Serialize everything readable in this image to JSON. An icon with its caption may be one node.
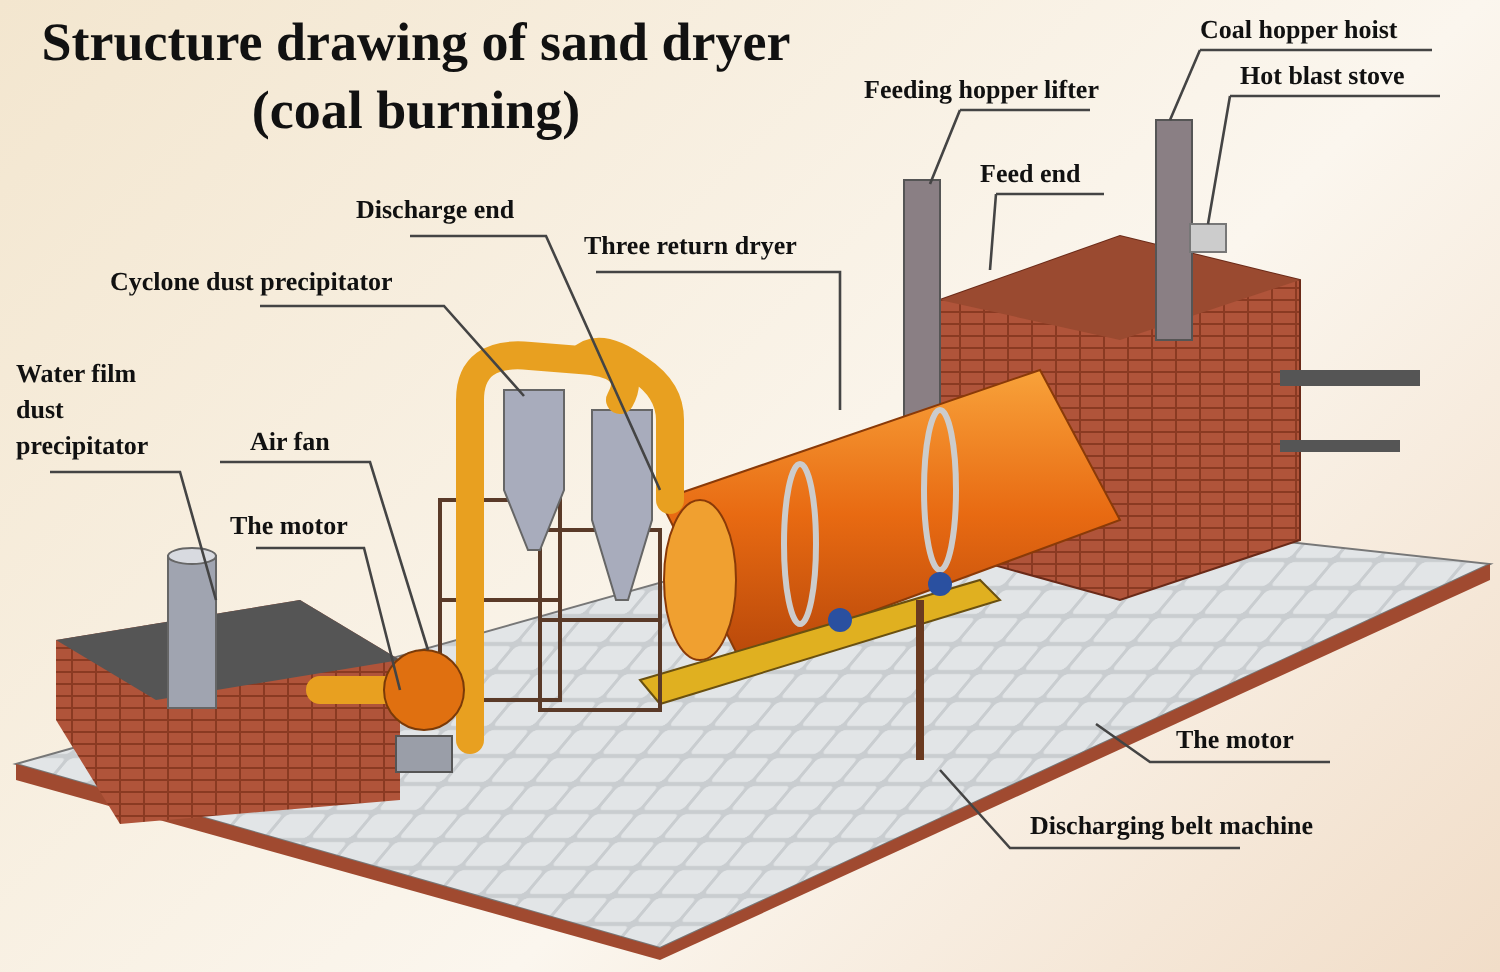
{
  "diagram": {
    "title": "Structure drawing of sand dryer (coal burning)",
    "nodes": [
      {
        "text": [
          "Coal hopper hoist"
        ]
      },
      {
        "text": [
          "Feeding hopper lifter"
        ]
      },
      {
        "text": [
          "Hot blast stove"
        ]
      },
      {
        "text": [
          "Feed end"
        ]
      },
      {
        "text": [
          "Discharge end"
        ]
      },
      {
        "text": [
          "Three return dryer"
        ]
      },
      {
        "text": [
          "Cyclone dust precipitator"
        ]
      },
      {
        "text": [
          "Water film dust precipitator"
        ]
      },
      {
        "text": [
          "Air fan"
        ]
      },
      {
        "text": [
          "The motor"
        ]
      },
      {
        "text": [
          "The motor"
        ]
      },
      {
        "text": [
          "Discharging belt machine"
        ]
      }
    ],
    "edges": [
      {
        "from": 0,
        "to": null,
        "arrow": "none"
      },
      {
        "from": 1,
        "to": null,
        "arrow": "none"
      },
      {
        "from": 2,
        "to": null,
        "arrow": "none"
      },
      {
        "from": 3,
        "to": null,
        "arrow": "none"
      },
      {
        "from": 4,
        "to": null,
        "arrow": "none"
      },
      {
        "from": 5,
        "to": null,
        "arrow": "none"
      },
      {
        "from": 6,
        "to": null,
        "arrow": "none"
      },
      {
        "from": 7,
        "to": null,
        "arrow": "none"
      },
      {
        "from": 8,
        "to": null,
        "arrow": "none"
      },
      {
        "from": 9,
        "to": null,
        "arrow": "none"
      },
      {
        "from": 10,
        "to": null,
        "arrow": "none"
      },
      {
        "from": 11,
        "to": null,
        "arrow": "none"
      }
    ]
  }
}
